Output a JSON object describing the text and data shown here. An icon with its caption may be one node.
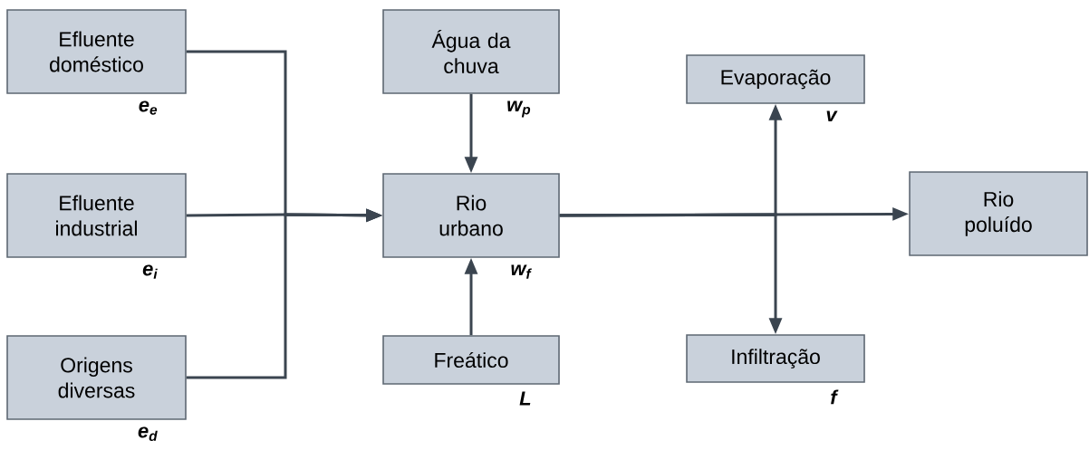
{
  "diagram": {
    "nodes": [
      {
        "text": [
          "Efluente doméstico"
        ],
        "beside": [
          "e$_{e}$"
        ]
      },
      {
        "text": [
          "Efluente industrial"
        ],
        "beside": [
          "e$_{i}$"
        ]
      },
      {
        "text": [
          "Origens diversas"
        ],
        "beside": [
          "e$_{d}$"
        ]
      },
      {
        "text": [
          "Água da chuva"
        ],
        "beside": [
          "w$_{p}$"
        ]
      },
      {
        "text": [
          "Rio urbano"
        ],
        "beside": [
          "w$_{f}$"
        ]
      },
      {
        "text": [
          "Freático"
        ],
        "beside": [
          "L"
        ]
      },
      {
        "text": [
          "Evaporação"
        ],
        "beside": [
          "v"
        ]
      },
      {
        "text": [
          "Infiltração"
        ],
        "beside": [
          "f"
        ]
      },
      {
        "text": [
          "Rio poluído"
        ]
      }
    ],
    "edges": [
      {
        "from": 0,
        "to": 4,
        "arrow": "to"
      },
      {
        "from": 1,
        "to": 4,
        "arrow": "to"
      },
      {
        "from": 2,
        "to": 4,
        "arrow": "to"
      },
      {
        "from": 3,
        "to": 4,
        "arrow": "to"
      },
      {
        "from": 5,
        "to": 4,
        "arrow": "to"
      },
      {
        "from": 4,
        "to": 8,
        "arrow": "to"
      },
      {
        "from": 4,
        "to": 6,
        "arrow": "to"
      },
      {
        "from": 4,
        "to": 7,
        "arrow": "to"
      }
    ]
  }
}
